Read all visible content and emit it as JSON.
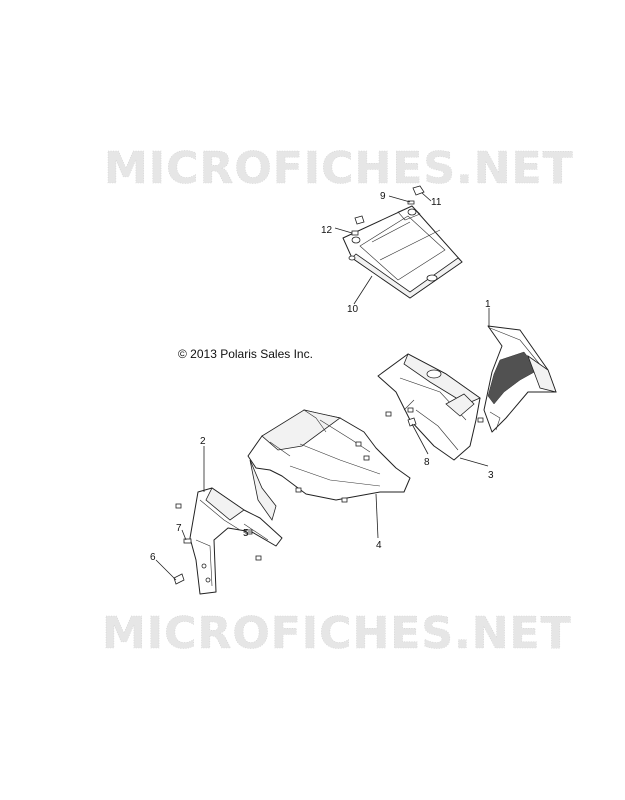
{
  "watermark": {
    "top": "MICROFICHES.NET",
    "bottom": "MICROFICHES.NET"
  },
  "copyright": "© 2013 Polaris Sales Inc.",
  "callouts": {
    "c1": "1",
    "c2": "2",
    "c3": "3",
    "c4": "4",
    "c5": "5",
    "c6": "6",
    "c7": "7",
    "c8": "8",
    "c9": "9",
    "c10": "10",
    "c11": "11",
    "c12": "12"
  }
}
